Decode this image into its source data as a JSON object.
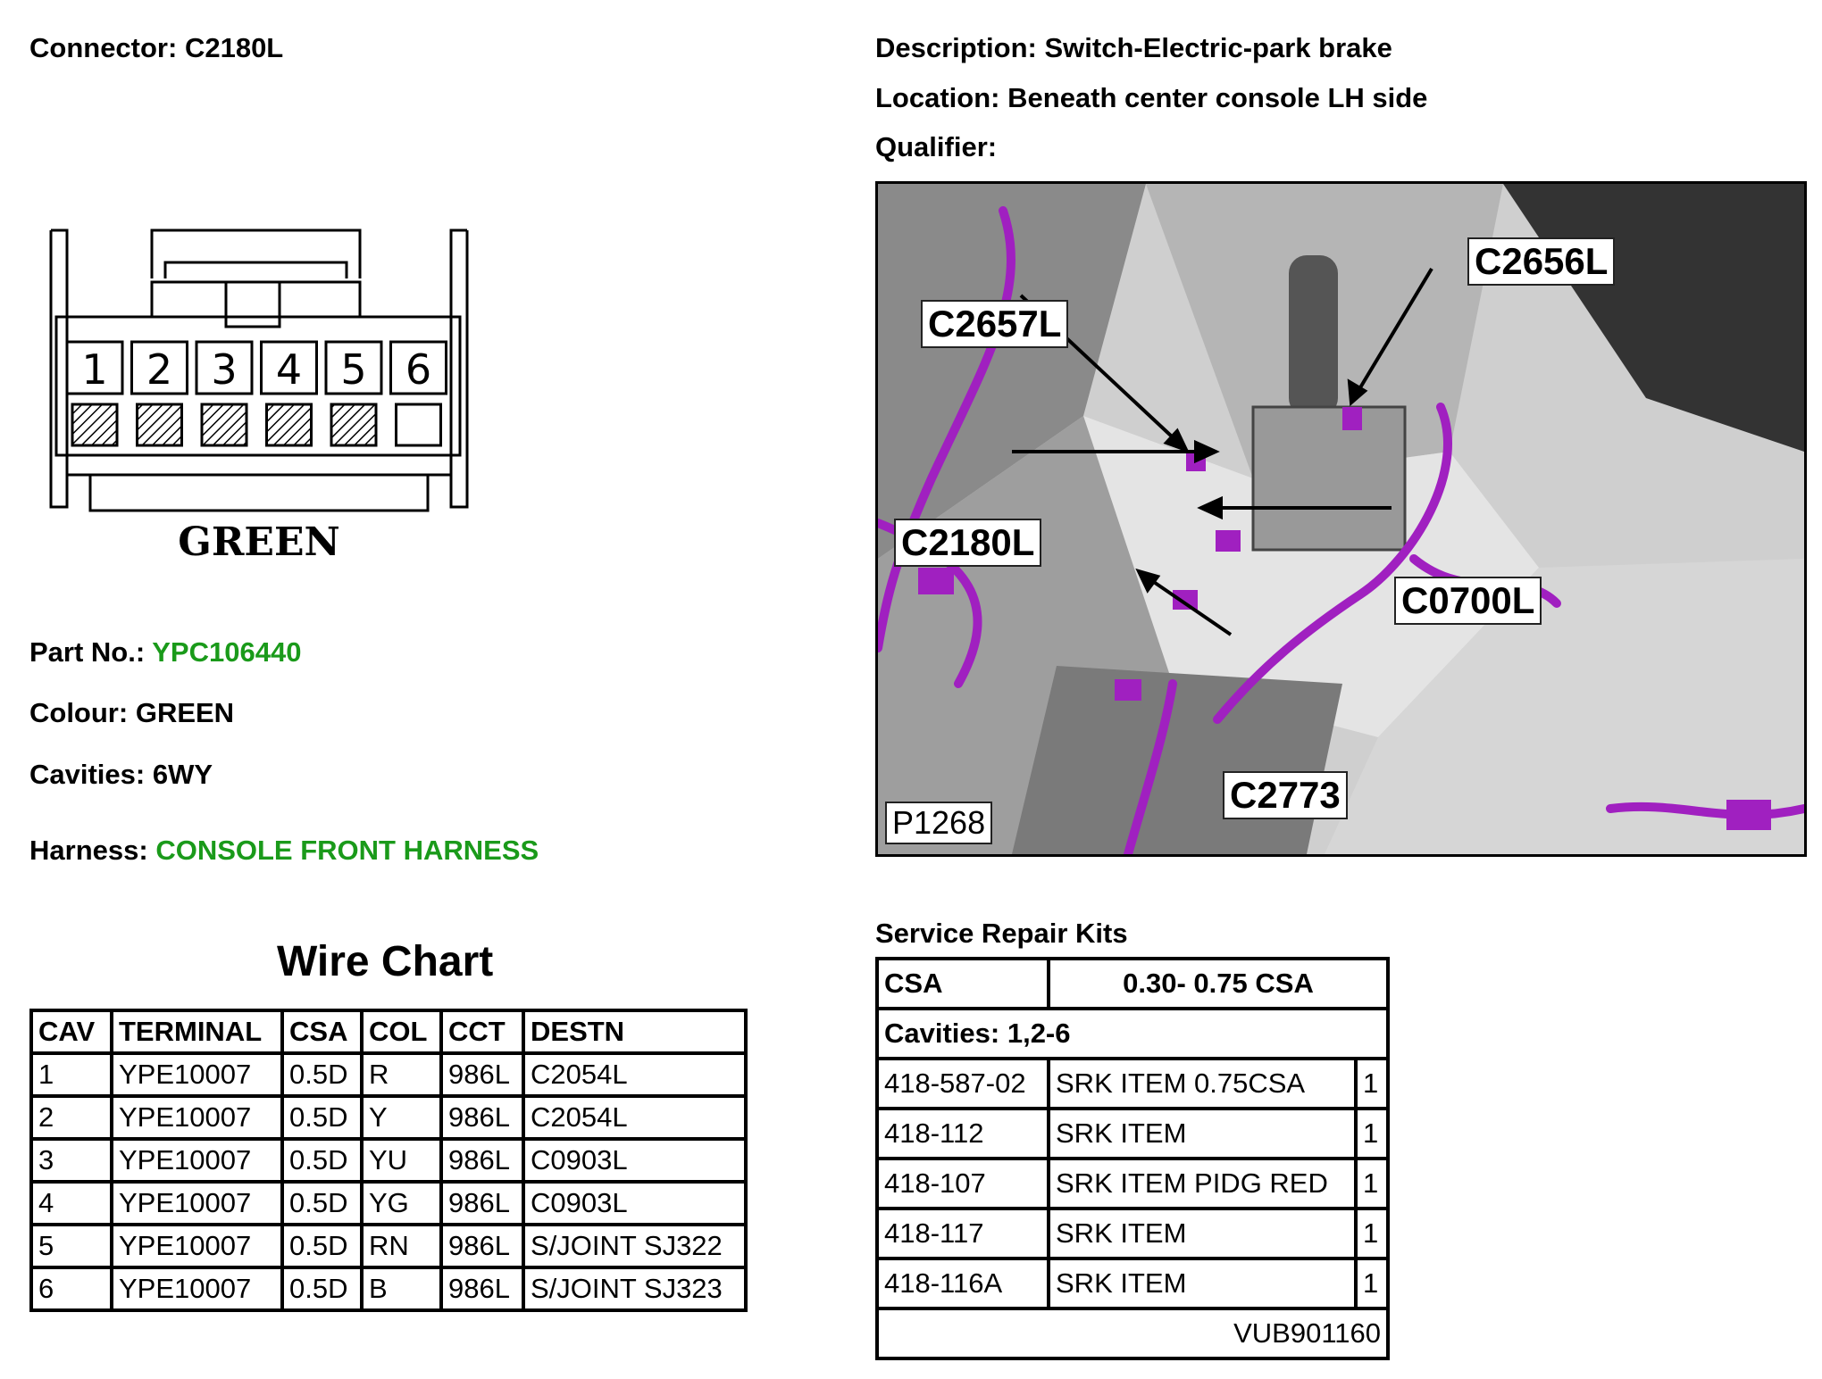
{
  "connector": {
    "label": "Connector:",
    "id": "C2180L",
    "face_text": "GREEN",
    "cavity_numbers": [
      "1",
      "2",
      "3",
      "4",
      "5",
      "6"
    ],
    "populated": [
      true,
      true,
      true,
      true,
      true,
      false
    ]
  },
  "description": {
    "label": "Description:",
    "value": "Switch-Electric-park brake"
  },
  "location": {
    "label": "Location:",
    "value": "Beneath center console LH side"
  },
  "qualifier": {
    "label": "Qualifier:",
    "value": ""
  },
  "part_no": {
    "label": "Part No.:",
    "value": "YPC106440"
  },
  "colour": {
    "label": "Colour:",
    "value": "GREEN"
  },
  "cavities": {
    "label": "Cavities:",
    "value": "6WY"
  },
  "harness": {
    "label": "Harness:",
    "value": "CONSOLE FRONT HARNESS"
  },
  "accent_color": "#1a9a1a",
  "harness_color": "#a020c0",
  "photo": {
    "callouts": [
      "C2656L",
      "C2657L",
      "C2180L",
      "C0700L",
      "C2773"
    ],
    "code": "P1268"
  },
  "wire_chart": {
    "title": "Wire Chart",
    "headers": [
      "CAV",
      "TERMINAL",
      "CSA",
      "COL",
      "CCT",
      "DESTN"
    ],
    "rows": [
      [
        "1",
        "YPE10007",
        "0.5D",
        "R",
        "986L",
        "C2054L"
      ],
      [
        "2",
        "YPE10007",
        "0.5D",
        "Y",
        "986L",
        "C2054L"
      ],
      [
        "3",
        "YPE10007",
        "0.5D",
        "YU",
        "986L",
        "C0903L"
      ],
      [
        "4",
        "YPE10007",
        "0.5D",
        "YG",
        "986L",
        "C0903L"
      ],
      [
        "5",
        "YPE10007",
        "0.5D",
        "RN",
        "986L",
        "S/JOINT SJ322"
      ],
      [
        "6",
        "YPE10007",
        "0.5D",
        "B",
        "986L",
        "S/JOINT SJ323"
      ]
    ]
  },
  "service_repair_kits": {
    "title": "Service Repair Kits",
    "csa_label": "CSA",
    "csa_value": "0.30- 0.75 CSA",
    "cavities_row": "Cavities: 1,2-6",
    "items": [
      [
        "418-587-02",
        "SRK ITEM 0.75CSA",
        "1"
      ],
      [
        "418-112",
        "SRK ITEM",
        "1"
      ],
      [
        "418-107",
        "SRK ITEM PIDG RED",
        "1"
      ],
      [
        "418-117",
        "SRK ITEM",
        "1"
      ],
      [
        "418-116A",
        "SRK ITEM",
        "1"
      ]
    ],
    "footer": "VUB901160"
  }
}
